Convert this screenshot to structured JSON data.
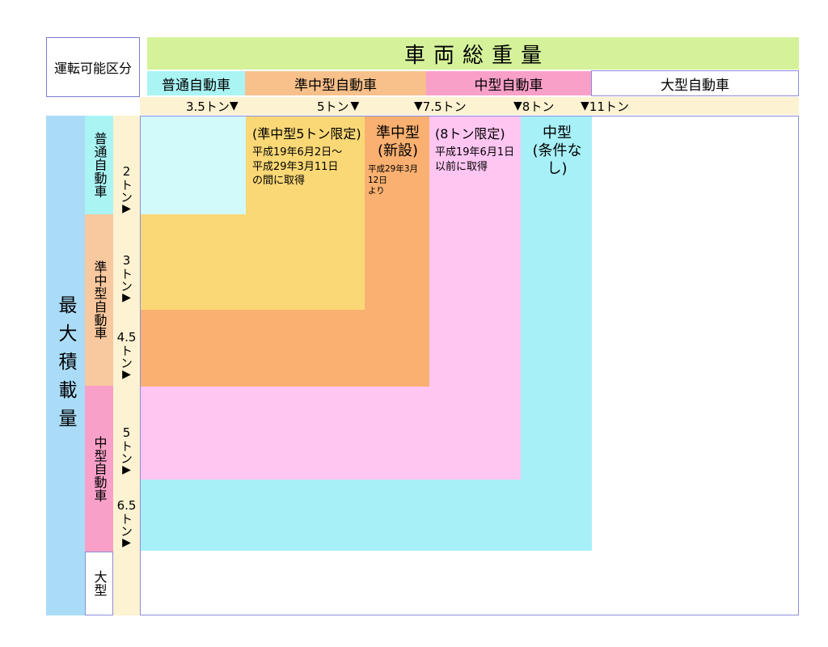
{
  "header": {
    "corner_label": "運転可能区分",
    "gvw_title": "車両総重量",
    "categories": [
      {
        "label": "普通自動車",
        "color": "#aaf4f4"
      },
      {
        "label": "準中型自動車",
        "color": "#f8c08a"
      },
      {
        "label": "中型自動車",
        "color": "#f9a0c8"
      },
      {
        "label": "大型自動車",
        "color": "#ffffff"
      }
    ],
    "ticks": [
      {
        "label": "3.5トン",
        "marker": "▼",
        "marker_side": "right"
      },
      {
        "label": "5トン",
        "marker": "▼",
        "marker_side": "right"
      },
      {
        "label": "7.5トン",
        "marker": "▼",
        "marker_side": "left"
      },
      {
        "label": "8トン",
        "marker": "▼",
        "marker_side": "left"
      },
      {
        "label": "11トン",
        "marker": "▼",
        "marker_side": "left"
      }
    ]
  },
  "left_rail": {
    "payload_title": "最大積載量",
    "categories": [
      {
        "label": "普通自動車",
        "color": "#aaf4f4"
      },
      {
        "label": "準中型自動車",
        "color": "#f8c89e"
      },
      {
        "label": "中型自動車",
        "color": "#f9a0c8"
      },
      {
        "label": "大型",
        "color": "#ffffff"
      }
    ],
    "ticks": [
      {
        "num": "2",
        "unit": "トン",
        "marker": "▶"
      },
      {
        "num": "3",
        "unit": "トン",
        "marker": "▶"
      },
      {
        "num": "4.5",
        "unit": "トン",
        "marker": "▶"
      },
      {
        "num": "5",
        "unit": "トン",
        "marker": "▶"
      },
      {
        "num": "6.5",
        "unit": "トン",
        "marker": "▶"
      }
    ]
  },
  "plot": {
    "blocks": [
      {
        "name": "futsu",
        "color": "#d2fafa",
        "title": "",
        "lines": []
      },
      {
        "name": "junchugata-5t-gentei",
        "color": "#fad876",
        "title": "(準中型5トン限定)",
        "lines": [
          "平成19年6月2日〜",
          "平成29年3月11日",
          "の間に取得"
        ]
      },
      {
        "name": "junchugata-shinsetsu",
        "color": "#fab070",
        "title_line1": "準中型",
        "title_line2": "(新設)",
        "lines": [
          "平成29年3月12日",
          "より"
        ]
      },
      {
        "name": "chugata-8t-gentei",
        "color": "#ffc6f2",
        "title": "(8トン限定)",
        "lines": [
          "平成19年6月1日",
          "以前に取得"
        ]
      },
      {
        "name": "chugata-jokennashi",
        "color": "#a8f0f8",
        "title_line1": "中型",
        "title_line2": "(条件なし)",
        "lines": []
      },
      {
        "name": "ogata",
        "color": "#ffffff",
        "title": "",
        "lines": []
      }
    ]
  },
  "colors": {
    "frame_blue": "#8c8cdc",
    "gvw_green": "#d5f29a",
    "payload_blue": "#aadcf8",
    "tick_cream": "#fdf2d2"
  }
}
